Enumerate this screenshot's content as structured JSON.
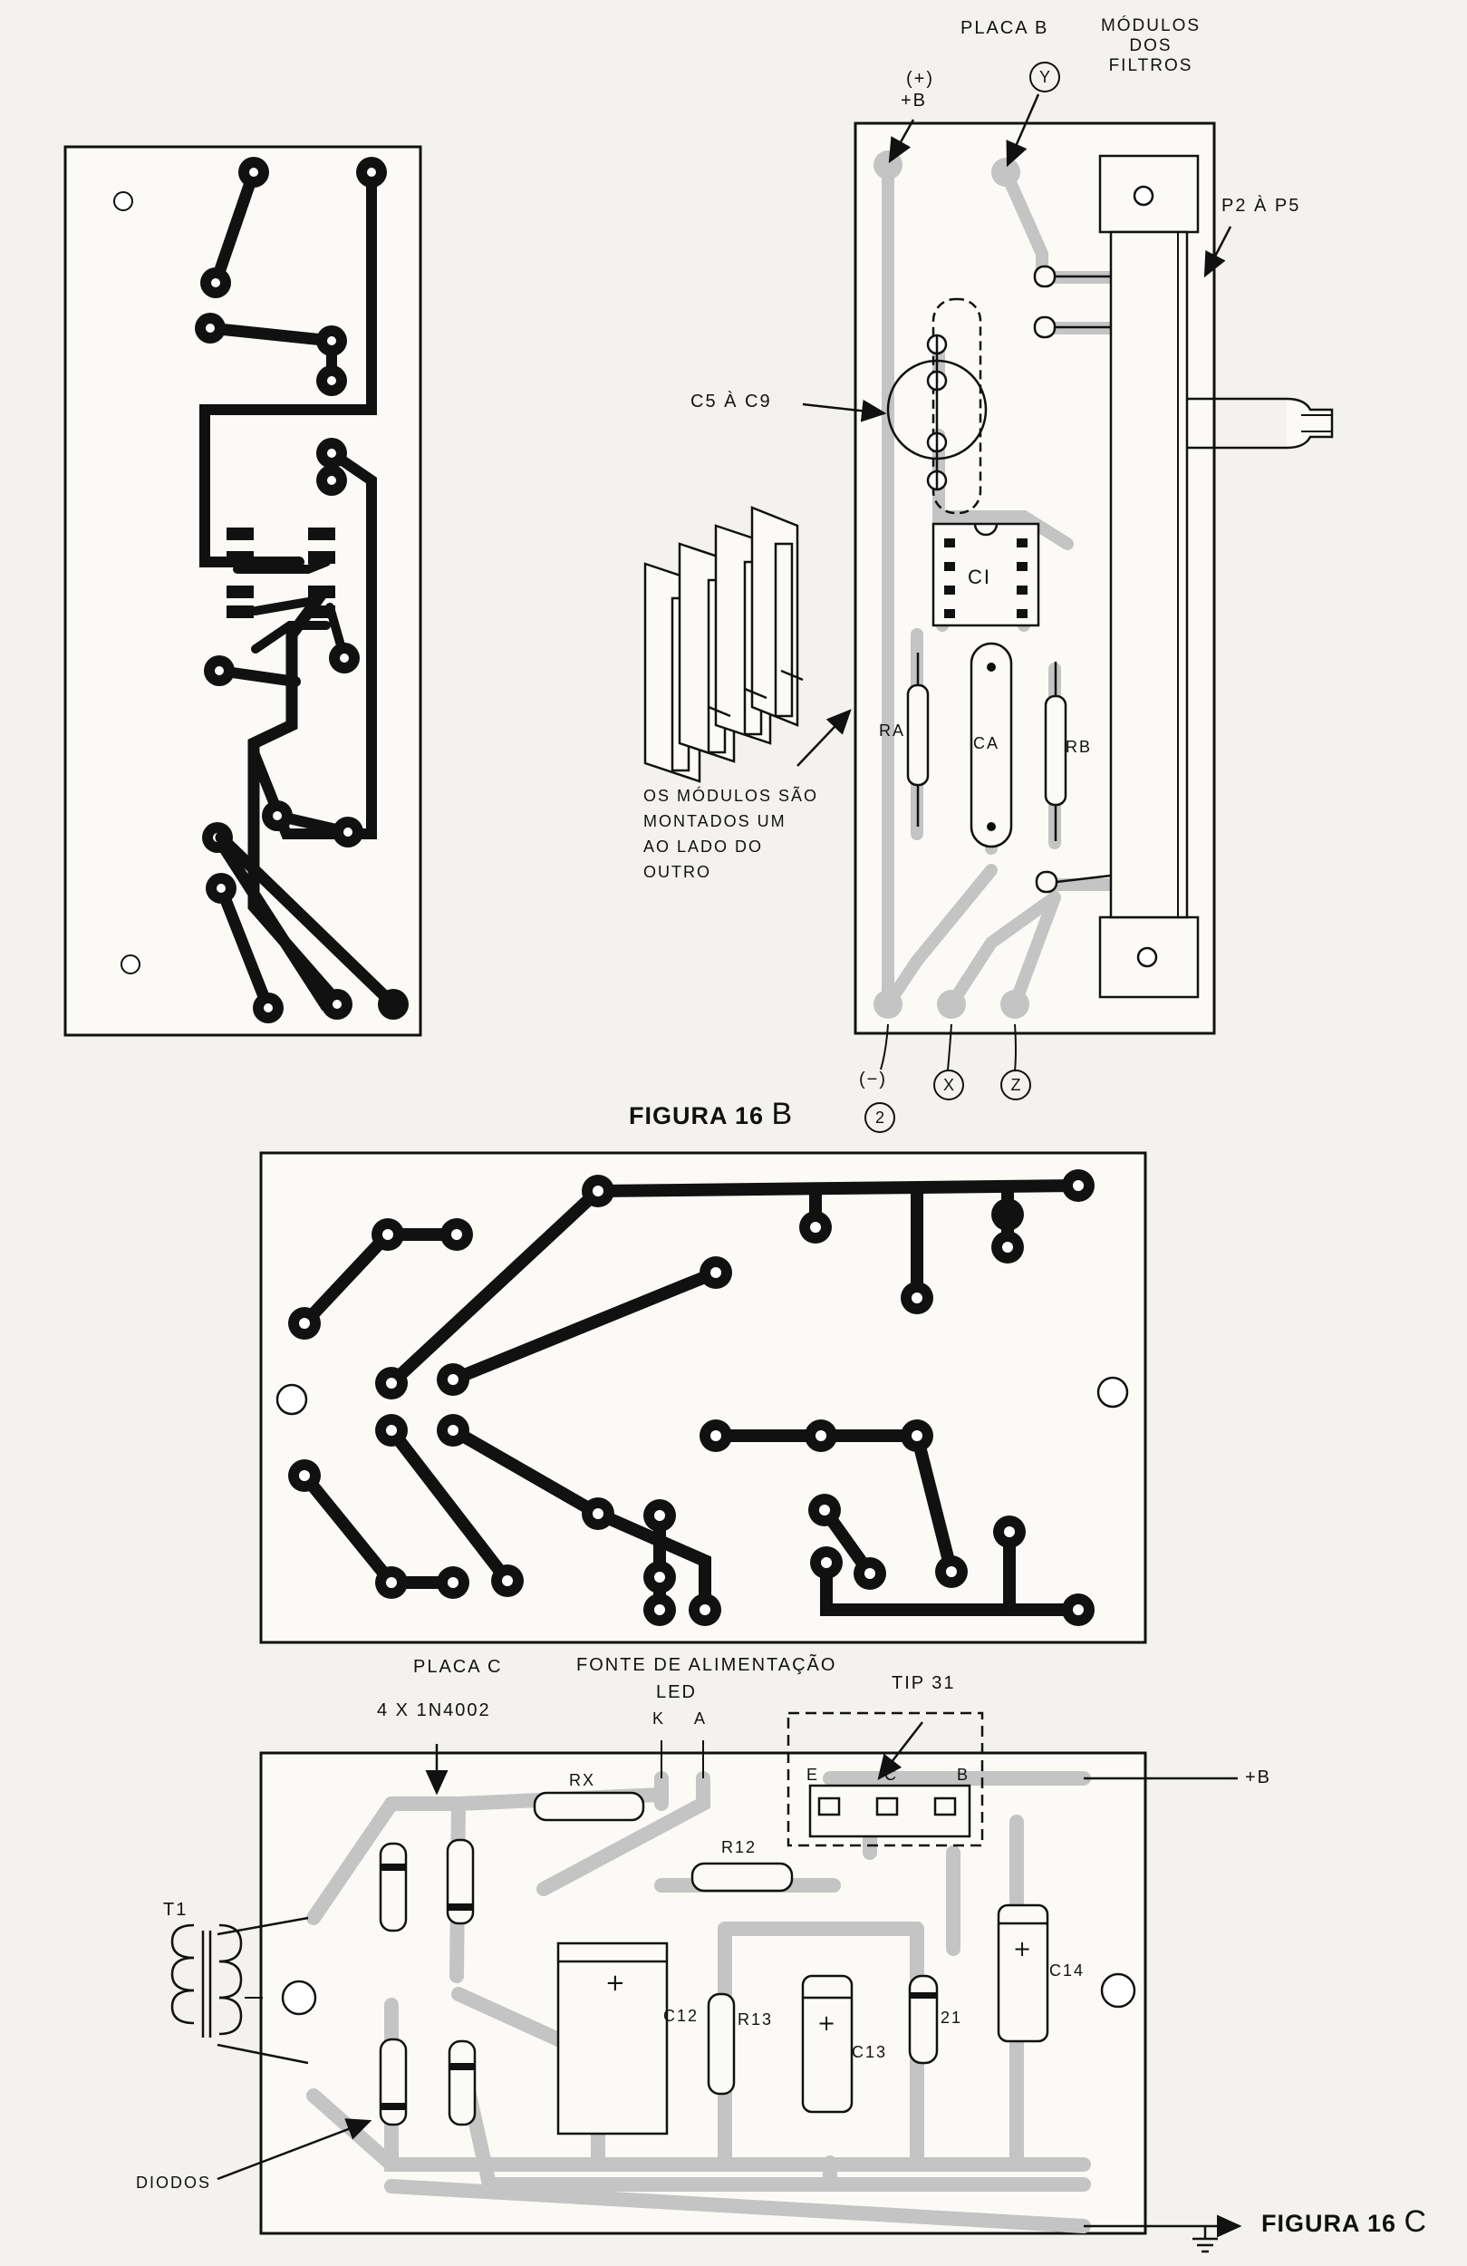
{
  "figure_b": {
    "caption_text": "FIGURA 16",
    "caption_letter": "B",
    "board_label": "PLACA B",
    "modules_label": "MÓDULOS DOS FILTROS",
    "plus_b_sign": "(+)",
    "plus_b": "+B",
    "terminal_y": "Y",
    "pot_label": "P2 À P5",
    "cap_label": "C5 À C9",
    "ic_label": "CI",
    "ra": "RA",
    "ca": "CA",
    "rb": "RB",
    "modules_note": [
      "OS MÓDULOS SÃO",
      "MONTADOS UM",
      "AO LADO DO",
      "OUTRO"
    ],
    "terminal_minus": "(−)",
    "terminal_2": "2",
    "terminal_x": "X",
    "terminal_z": "Z"
  },
  "figure_c": {
    "caption_text": "FIGURA 16",
    "caption_letter": "C",
    "board_label": "PLACA C",
    "board_title": "FONTE DE ALIMENTAÇÃO",
    "diodes_top": "4 X 1N4002",
    "led": "LED",
    "led_k": "K",
    "led_a": "A",
    "tip": "TIP 31",
    "rx": "RX",
    "r12": "R12",
    "r13": "R13",
    "c12": "C12",
    "c13": "C13",
    "c14": "C14",
    "z1": "21",
    "pin_e": "E",
    "pin_c": "C",
    "pin_b": "B",
    "plus_b": "+B",
    "t1": "T1",
    "diodes": "DIODOS"
  },
  "colors": {
    "ink": "#111111",
    "trace_ghost": "#c4c4c4",
    "paper": "#f4f2ee"
  }
}
